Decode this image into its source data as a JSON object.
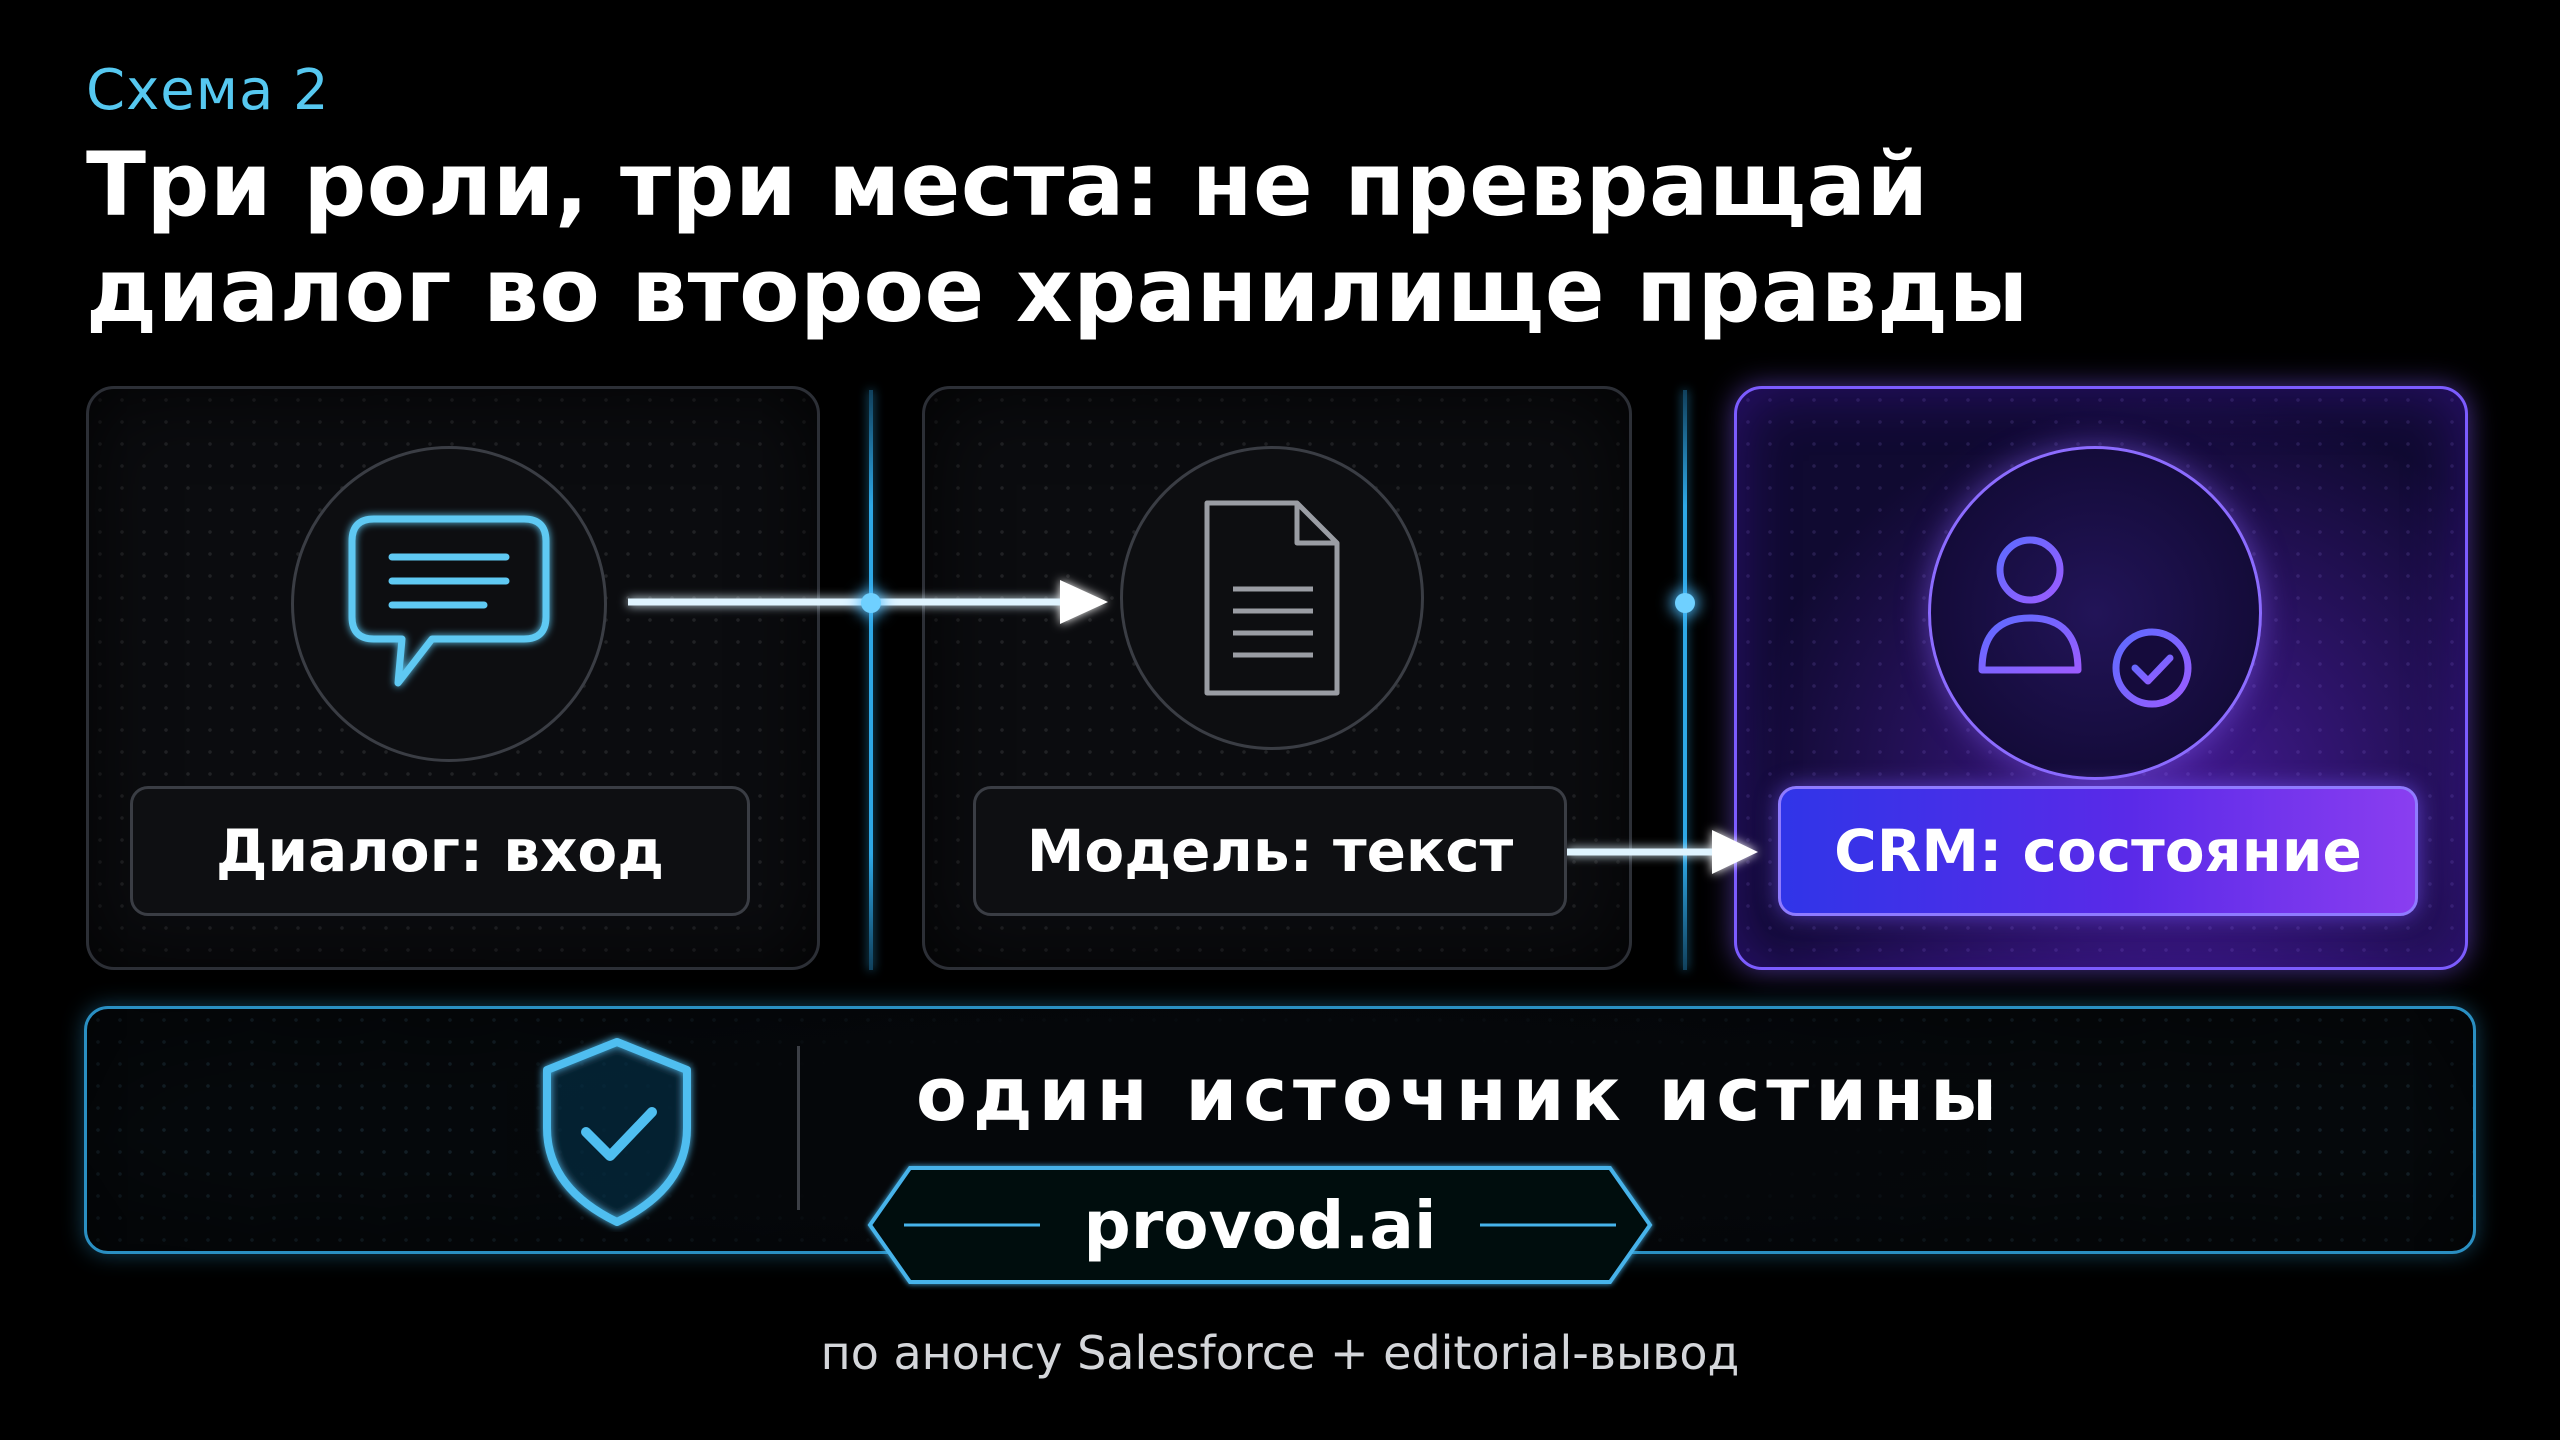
{
  "header": {
    "eyebrow": "Схема 2",
    "title_line1": "Три роли, три места: не превращай",
    "title_line2": "диалог во второе хранилище правды"
  },
  "steps": [
    {
      "label": "Диалог: вход",
      "icon": "chat-bubble-icon"
    },
    {
      "label": "Модель: текст",
      "icon": "document-icon"
    },
    {
      "label": "CRM: состояние",
      "icon": "user-profile-check-icon"
    }
  ],
  "banner": {
    "title": "один источник истины",
    "brand": "provod.ai",
    "icon": "shield-check-icon"
  },
  "footer": {
    "source": "по анонсу Salesforce + editorial-вывод"
  },
  "colors": {
    "accent_cyan": "#56c8f0",
    "line_blue": "#2ea8e6",
    "crm_purple": "#7c5cff",
    "crm_gradient_start": "#3035e8",
    "crm_gradient_end": "#8a3ef0"
  }
}
